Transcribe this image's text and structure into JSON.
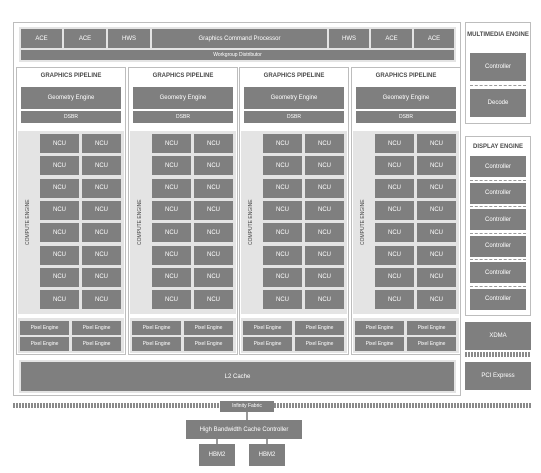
{
  "command": {
    "ace": "ACE",
    "hws": "HWS",
    "processor": "Graphics Command Processor",
    "distributor": "Workgroup Distributor"
  },
  "pipeline": {
    "title": "GRAPHICS PIPELINE",
    "geometry": "Geometry Engine",
    "dsbr": "DSBR",
    "compute": "COMPUTE ENGINE",
    "ncu": "NCU",
    "pixel": "Pixel Engine"
  },
  "l2": "L2 Cache",
  "multimedia": {
    "title": "MULTIMEDIA ENGINE",
    "controller": "Controller",
    "decode": "Decode"
  },
  "display": {
    "title": "DISPLAY ENGINE",
    "controller": "Controller"
  },
  "xdma": "XDMA",
  "pci": "PCI Express",
  "infinity": "Infinity Fabric",
  "hbcc": "High Bandwidth Cache Controller",
  "hbm": "HBM2"
}
